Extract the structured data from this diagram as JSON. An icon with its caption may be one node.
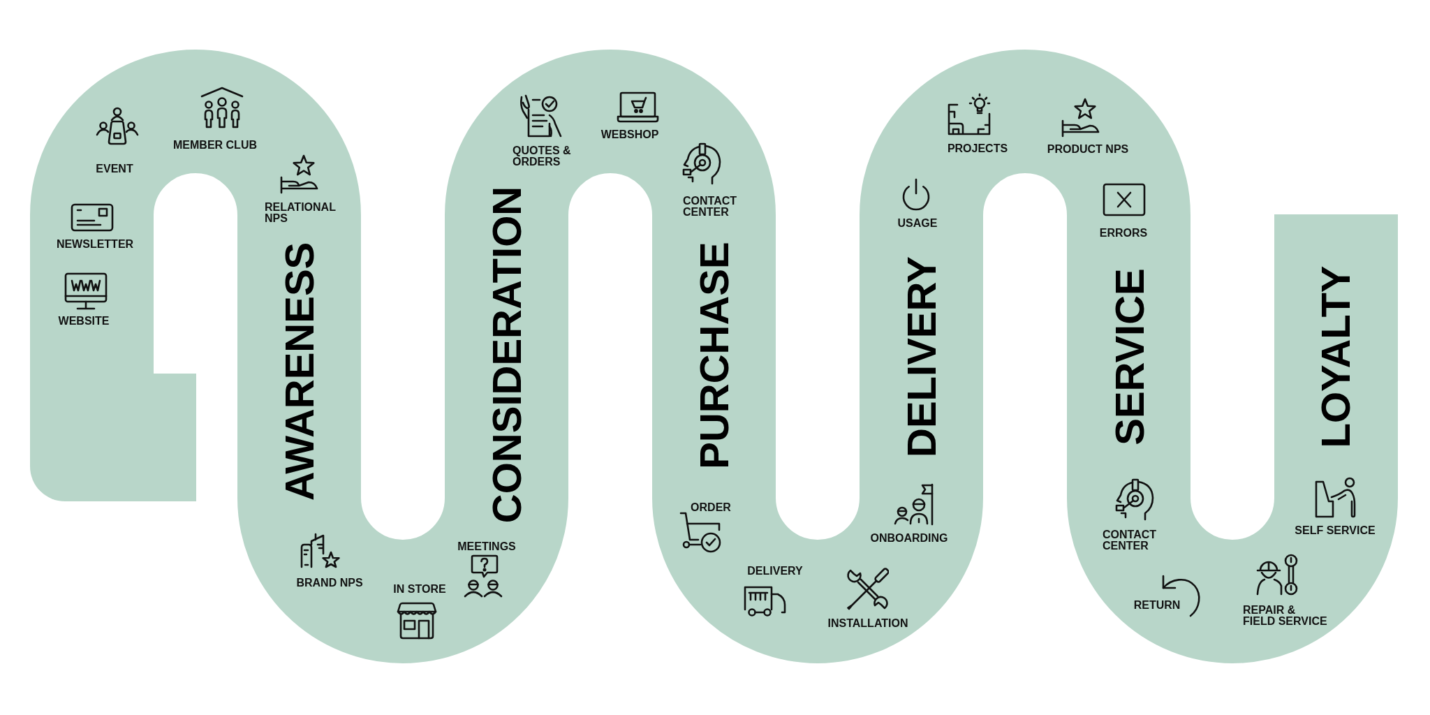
{
  "diagram": {
    "nodes": [
      {
        "text": [
          "EVENT",
          "MEMBER CLUB",
          "NEWSLETTER",
          "WEBSITE",
          "RELATIONAL NPS",
          "AWARENESS",
          "BRAND NPS",
          "IN STORE",
          "MEETINGS",
          "CONSIDERATION",
          "QUOTES & ORDERS",
          "WEBSHOP",
          "CONTACT CENTER",
          "PURCHASE",
          "ORDER",
          "DELIVERY",
          "INSTALLATION",
          "USAGE",
          "DELIVERY",
          "ONBOARDING",
          "PROJECTS",
          "PRODUCT NPS",
          "ERRORS",
          "SERVICE",
          "CONTACT CENTER",
          "RETURN",
          "REPAIR & FIELD SERVICE",
          "SELF SERVICE",
          "LOYALTY"
        ]
      }
    ]
  }
}
